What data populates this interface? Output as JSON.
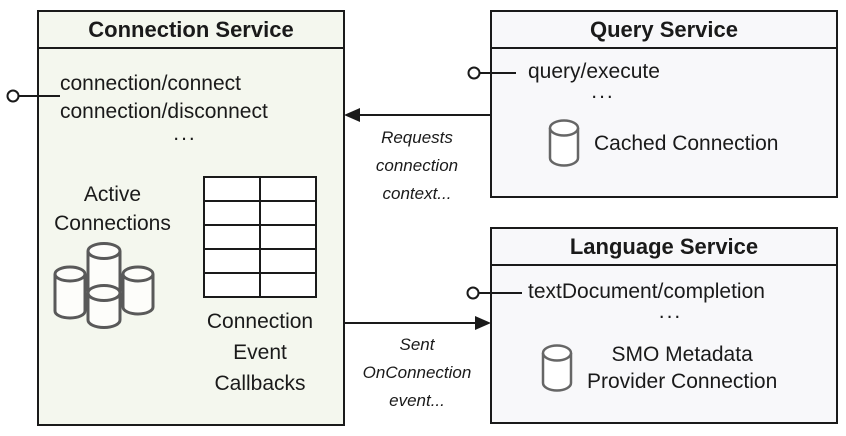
{
  "colors": {
    "connection_bg": "#f4f7ee",
    "service_bg": "#f8f8fa",
    "line": "#1a1a1a",
    "cylinder": "#666666"
  },
  "connection_service": {
    "title": "Connection Service",
    "methods": [
      "connection/connect",
      "connection/disconnect"
    ],
    "more": "...",
    "active_connections": [
      "Active",
      "Connections"
    ],
    "callbacks_caption": [
      "Connection",
      "Event",
      "Callbacks"
    ],
    "callbacks_table": {
      "rows": 5,
      "cols": 2
    }
  },
  "query_service": {
    "title": "Query Service",
    "methods": [
      "query/execute"
    ],
    "more": "...",
    "cached_connection": "Cached Connection"
  },
  "language_service": {
    "title": "Language Service",
    "methods": [
      "textDocument/completion"
    ],
    "more": "...",
    "smo_connection": [
      "SMO Metadata",
      "Provider Connection"
    ]
  },
  "relations": {
    "requests_label": [
      "Requests",
      "connection",
      "context..."
    ],
    "sent_label": [
      "Sent",
      "OnConnection",
      "event..."
    ]
  },
  "icons": {
    "database": "database-cylinder-icon",
    "database_cluster": "database-cluster-icon",
    "interface": "lollipop-interface-icon"
  }
}
